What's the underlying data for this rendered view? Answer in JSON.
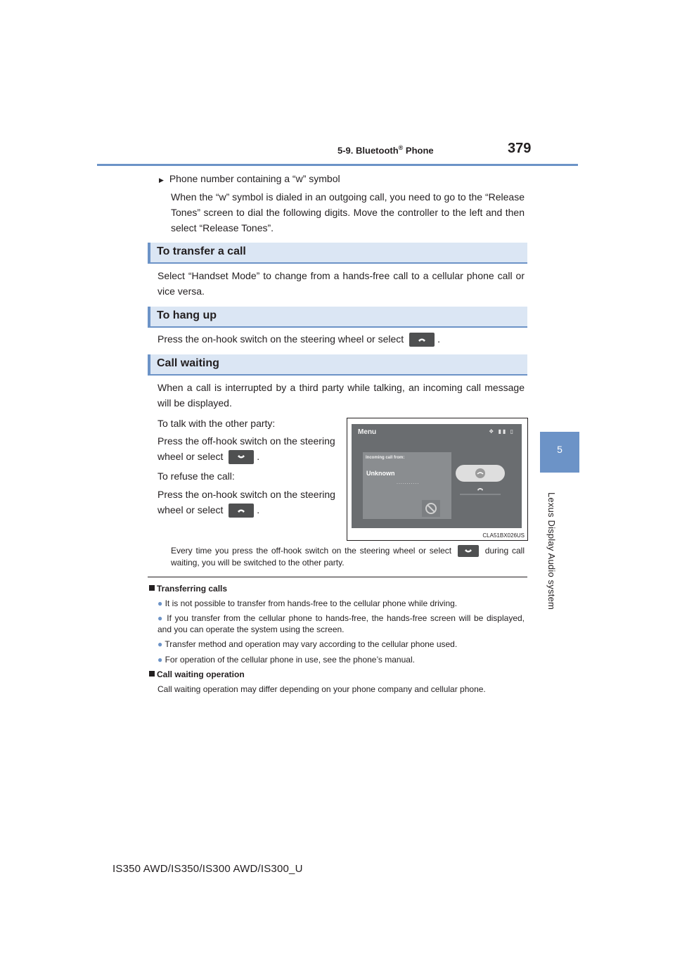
{
  "header": {
    "section_pre": "5-9. Bluetooth",
    "section_sup": "®",
    "section_post": " Phone",
    "page_number": "379"
  },
  "side": {
    "chapter": "5",
    "label": "Lexus Display Audio system"
  },
  "intro": {
    "bullet_title": "Phone number containing a “w” symbol",
    "body": "When the “w” symbol is dialed in an outgoing call, you need to go to the “Release Tones” screen to dial the following digits. Move the controller to the left and then select “Release Tones”."
  },
  "sections": {
    "transfer": {
      "title": "To transfer a call",
      "body": "Select “Handset Mode” to change from a hands-free call to a cellular phone call or vice versa."
    },
    "hangup": {
      "title": "To hang up",
      "body_pre": "Press the on-hook switch on the steering wheel or select",
      "body_post": "."
    },
    "waiting": {
      "title": "Call waiting",
      "body": "When a call is interrupted by a third party while talking, an incoming call message will be displayed.",
      "talk_label": "To talk with the other party:",
      "talk_body_pre": "Press the off-hook switch on the steering wheel or select",
      "talk_body_post": ".",
      "refuse_label": "To refuse the call:",
      "refuse_body_pre": "Press the on-hook switch on the steering wheel or select",
      "refuse_body_post": ".",
      "footnote_pre": "Every time you press the off-hook switch on the steering wheel or select",
      "footnote_post": "during call waiting, you will be switched to the other party."
    }
  },
  "screenshot": {
    "menu": "Menu",
    "incoming_label": "Incoming call from:",
    "caller": "Unknown",
    "dots": "...........",
    "caption": "CLA51BX026US"
  },
  "notes": {
    "transferring": {
      "title": "Transferring calls",
      "items": [
        "It is not possible to transfer from hands-free to the cellular phone while driving.",
        "If you transfer from the cellular phone to hands-free, the hands-free screen will be displayed, and you can operate the system using the screen.",
        "Transfer method and operation may vary according to the cellular phone used.",
        "For operation of the cellular phone in use, see the phone’s manual."
      ]
    },
    "waiting_op": {
      "title": "Call waiting operation",
      "body": "Call waiting operation may differ depending on your phone company and cellular phone."
    }
  },
  "footer": {
    "model": "IS350 AWD/IS350/IS300 AWD/IS300_U"
  },
  "colors": {
    "accent": "#6c93c7",
    "section_fill": "#dbe6f4",
    "text": "#231f20"
  }
}
